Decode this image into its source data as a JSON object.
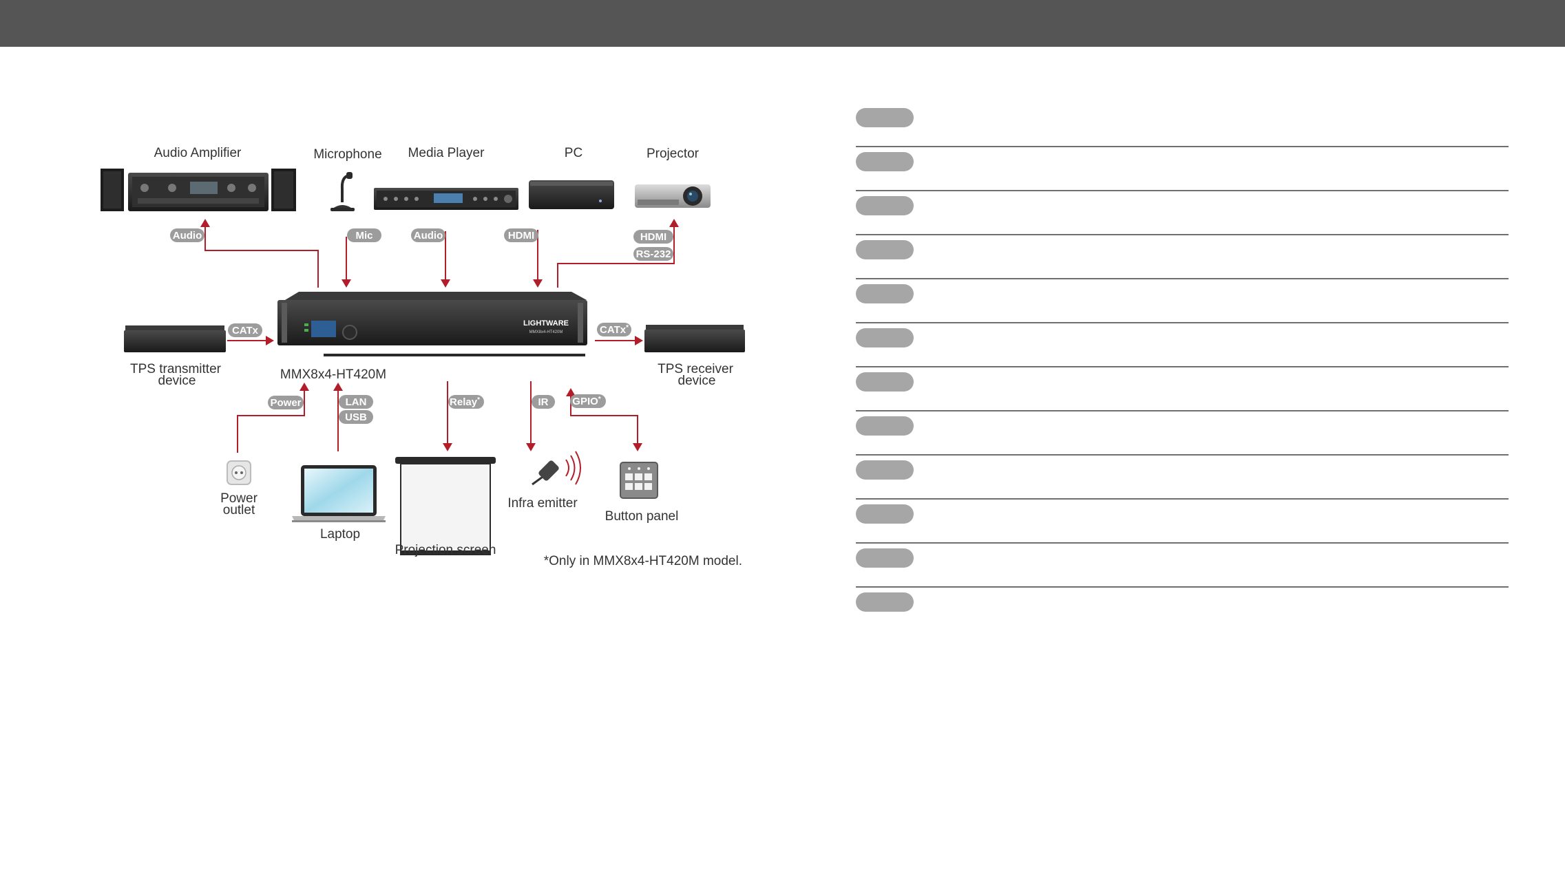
{
  "labels": {
    "audio_amplifier": "Audio Amplifier",
    "microphone": "Microphone",
    "media_player": "Media Player",
    "pc": "PC",
    "projector": "Projector",
    "tps_transmitter_line1": "TPS transmitter",
    "tps_transmitter_line2": "device",
    "matrix_model": "MMX8x4-HT420M",
    "tps_receiver_line1": "TPS receiver",
    "tps_receiver_line2": "device",
    "power_outlet_line1": "Power",
    "power_outlet_line2": "outlet",
    "laptop": "Laptop",
    "projection_screen": "Projection screen",
    "infra_emitter": "Infra emitter",
    "button_panel": "Button panel",
    "brand": "LIGHTWARE",
    "device_model_small": "MMX8x4-HT420M"
  },
  "tags": {
    "audio_out": "Audio",
    "mic": "Mic",
    "audio_in": "Audio",
    "hdmi_in": "HDMI",
    "hdmi_out": "HDMI",
    "rs232": "RS-232",
    "catx_in": "CATx",
    "catx_out": "CATx",
    "star": "*",
    "power": "Power",
    "lan": "LAN",
    "usb": "USB",
    "relay": "Relay",
    "ir": "IR",
    "gpio": "GPIO"
  },
  "footnote": "*Only in MMX8x4-HT420M model.",
  "colors": {
    "topbar": "#555555",
    "wire": "#b11e2a",
    "tag": "#9c9c9c",
    "pill": "#a6a6a6",
    "divider": "#6f6f6f"
  },
  "rows": [
    {
      "id": 1
    },
    {
      "id": 2
    },
    {
      "id": 3
    },
    {
      "id": 4
    },
    {
      "id": 5
    },
    {
      "id": 6
    },
    {
      "id": 7
    },
    {
      "id": 8
    },
    {
      "id": 9
    },
    {
      "id": 10
    },
    {
      "id": 11
    },
    {
      "id": 12
    }
  ]
}
